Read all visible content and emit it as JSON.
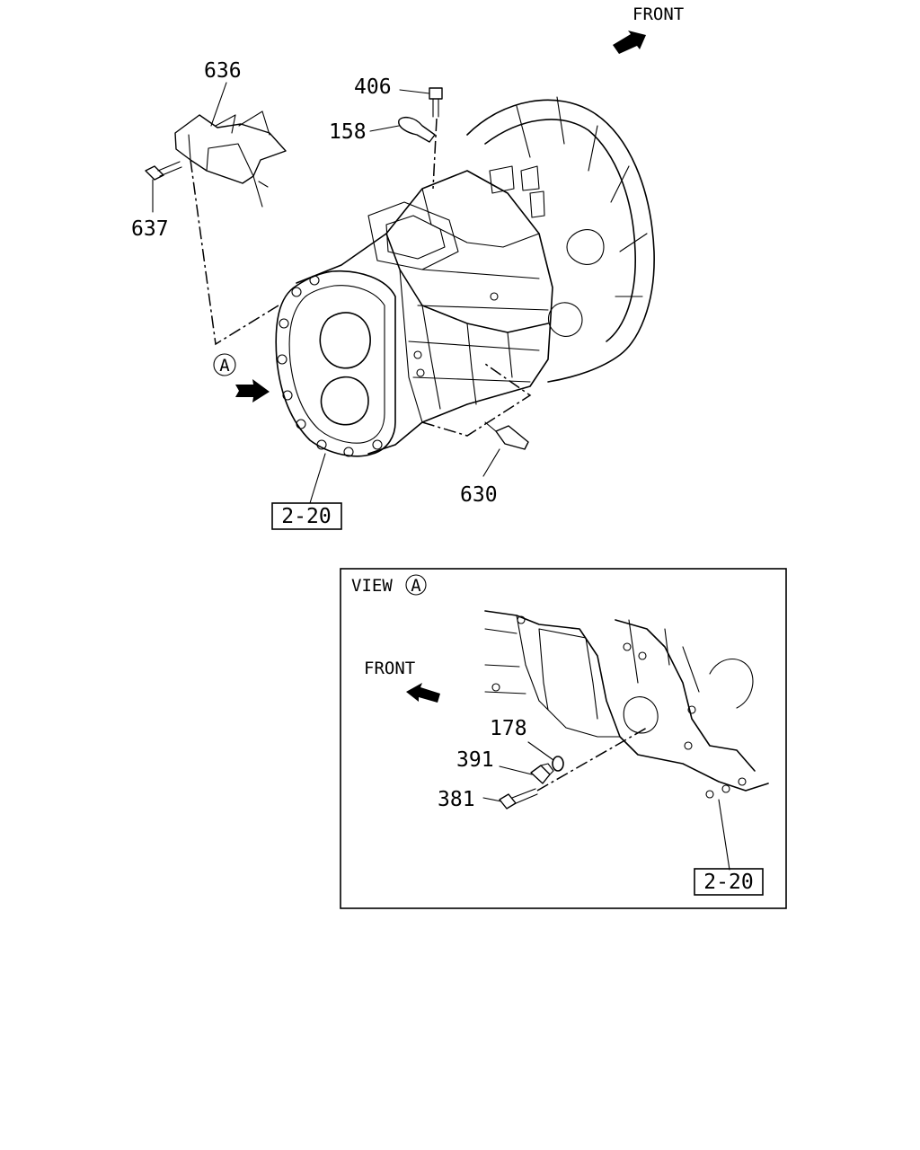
{
  "main_view": {
    "front_label": "FRONT",
    "view_marker": "A",
    "callouts": {
      "p636": "636",
      "p406": "406",
      "p158": "158",
      "p637": "637",
      "p630": "630"
    },
    "ref_box": "2-20"
  },
  "inset_view": {
    "title": "VIEW",
    "view_marker": "A",
    "front_label": "FRONT",
    "callouts": {
      "p178": "178",
      "p391": "391",
      "p381": "381"
    },
    "ref_box": "2-20"
  }
}
